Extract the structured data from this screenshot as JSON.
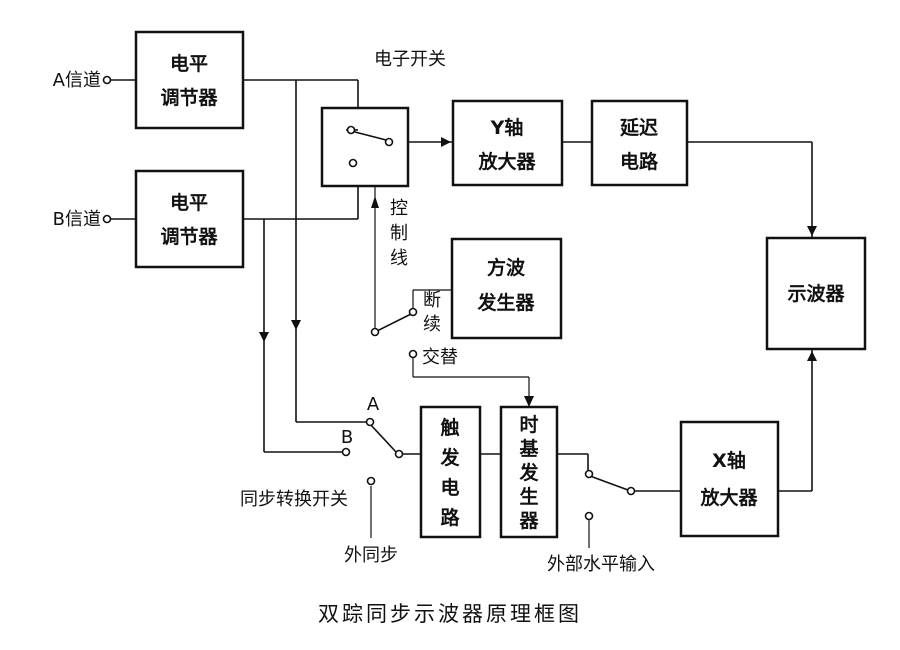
{
  "caption": "双踪同步示波器原理框图",
  "blocks": {
    "level_a": [
      "电平",
      "调节器"
    ],
    "level_b": [
      "电平",
      "调节器"
    ],
    "y_amp": [
      "Y轴",
      "放大器"
    ],
    "delay": [
      "延迟",
      "电路"
    ],
    "square": [
      "方波",
      "发生器"
    ],
    "scope": [
      "示波器"
    ],
    "trigger": [
      "触",
      "发",
      "电",
      "路"
    ],
    "timebase": [
      "时",
      "基",
      "发",
      "生",
      "器"
    ],
    "x_amp": [
      "X轴",
      "放大器"
    ]
  },
  "labels": {
    "a_channel": "A信道",
    "b_channel": "B信道",
    "electronic_switch": "电子开关",
    "control_line": [
      "控",
      "制",
      "线"
    ],
    "intermittent": [
      "断",
      "续"
    ],
    "alternate": "交替",
    "sync_a": "A",
    "sync_b": "B",
    "sync_switch": "同步转换开关",
    "ext_sync": "外同步",
    "ext_horizontal": "外部水平输入"
  }
}
